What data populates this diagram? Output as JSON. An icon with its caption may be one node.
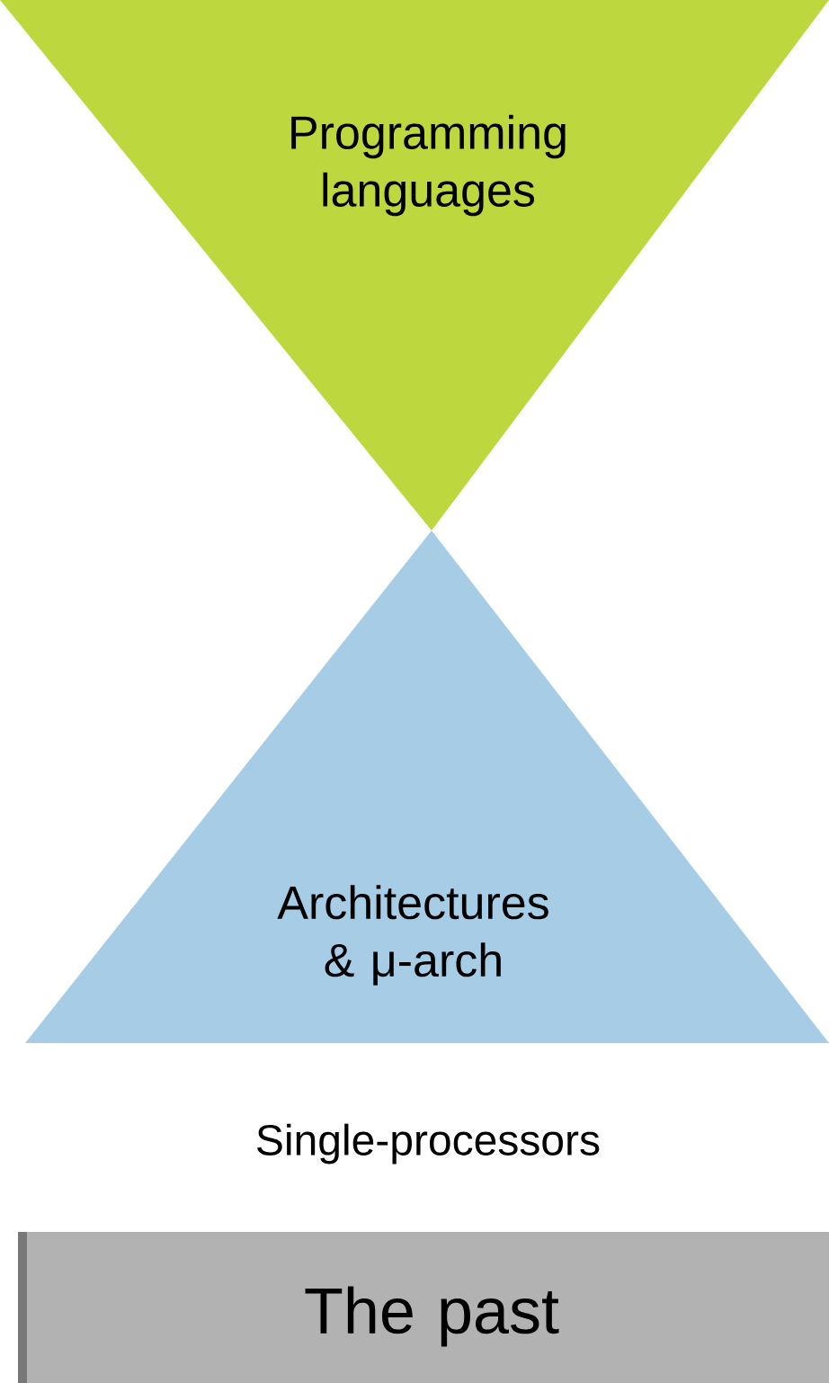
{
  "diagram": {
    "nodes": [
      {
        "text": [
          "Programming languages"
        ]
      },
      {
        "text": [
          "Architectures & μ-arch"
        ]
      },
      {
        "text": [
          "The past"
        ]
      }
    ],
    "labels": [
      "Single-processors"
    ]
  }
}
